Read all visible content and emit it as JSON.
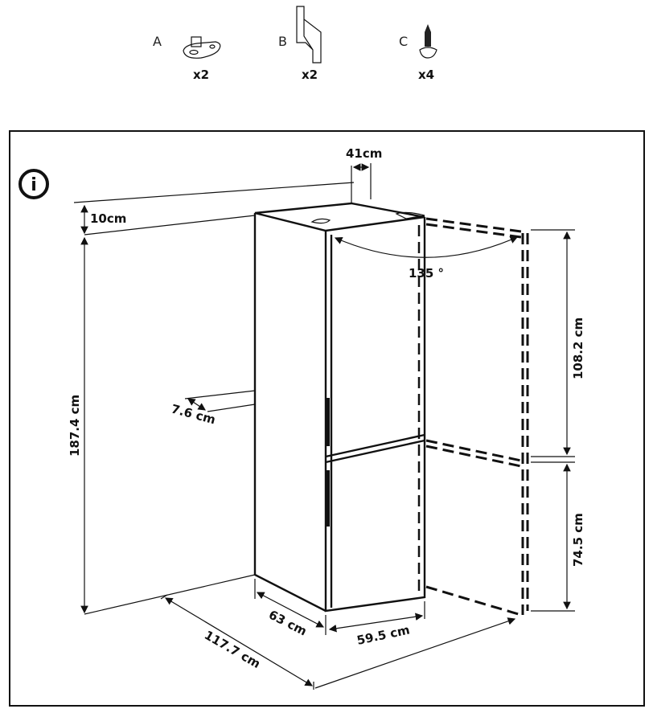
{
  "parts": [
    {
      "letter": "A",
      "qty": "x2",
      "icon": "hinge-plate-icon"
    },
    {
      "letter": "B",
      "qty": "x2",
      "icon": "bracket-icon"
    },
    {
      "letter": "C",
      "qty": "x4",
      "icon": "screw-icon"
    }
  ],
  "info_icon": "i",
  "dimensions": {
    "top_clearance": "10cm",
    "hinge_offset": "41cm",
    "door_angle": "135 °",
    "height_total": "187.4 cm",
    "upper_door": "108.2 cm",
    "lower_door": "74.5 cm",
    "side_depth": "7.6 cm",
    "depth": "63 cm",
    "width": "59.5 cm",
    "open_depth": "117.7 cm"
  }
}
